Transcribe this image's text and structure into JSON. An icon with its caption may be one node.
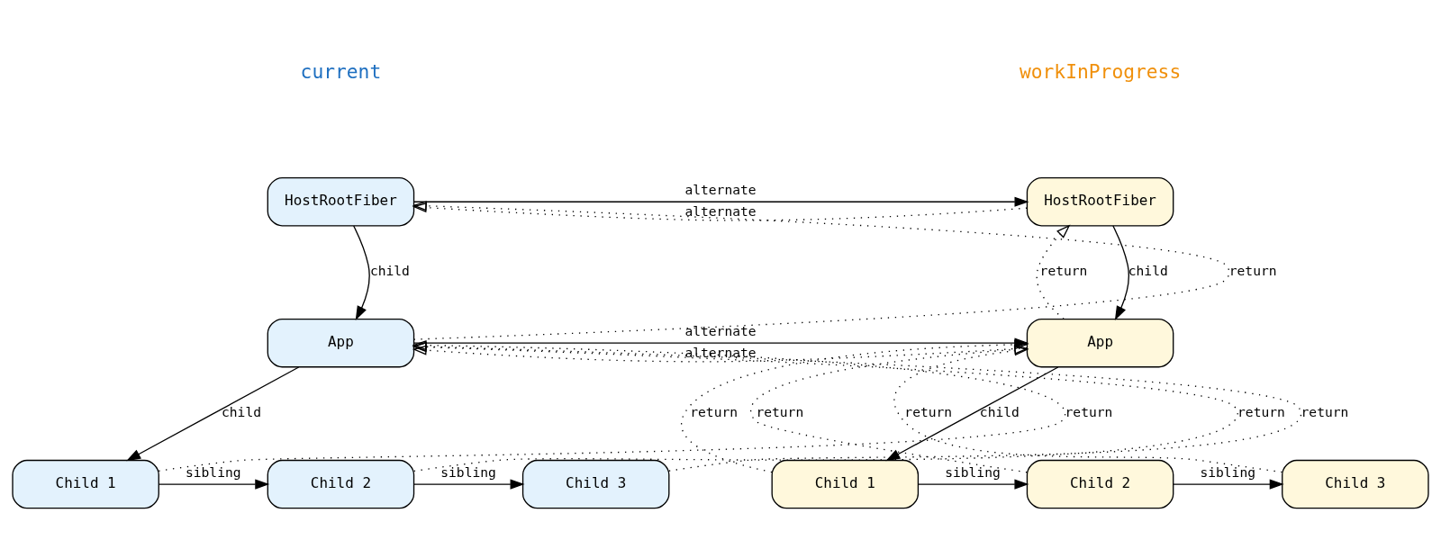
{
  "diagram": {
    "nodes": [
      {
        "text": [
          "HostRootFiber"
        ]
      },
      {
        "text": [
          "HostRootFiber"
        ]
      },
      {
        "text": [
          "App"
        ]
      },
      {
        "text": [
          "App"
        ]
      },
      {
        "text": [
          "Child 1"
        ]
      },
      {
        "text": [
          "Child 2"
        ]
      },
      {
        "text": [
          "Child 3"
        ]
      },
      {
        "text": [
          "Child 1"
        ]
      },
      {
        "text": [
          "Child 2"
        ]
      },
      {
        "text": [
          "Child 3"
        ]
      }
    ],
    "edges": [
      {
        "from": 0,
        "to": 1,
        "arrow": "to",
        "label": "alternate"
      },
      {
        "from": 1,
        "to": 0,
        "arrow": "to",
        "label": "alternate",
        "style": "dashed"
      },
      {
        "from": 0,
        "to": 2,
        "arrow": "to",
        "label": "child"
      },
      {
        "from": 2,
        "to": 0,
        "arrow": "to",
        "label": "return",
        "style": "dashed"
      },
      {
        "from": 1,
        "to": 3,
        "arrow": "to",
        "label": "child"
      },
      {
        "from": 3,
        "to": 1,
        "arrow": "to",
        "label": "return",
        "style": "dashed"
      },
      {
        "from": 2,
        "to": 3,
        "arrow": "to",
        "label": "alternate"
      },
      {
        "from": 3,
        "to": 2,
        "arrow": "to",
        "label": "alternate",
        "style": "dashed"
      },
      {
        "from": 2,
        "to": 4,
        "arrow": "to",
        "label": "child"
      },
      {
        "from": 4,
        "to": 2,
        "arrow": "to",
        "label": "return",
        "style": "dashed"
      },
      {
        "from": 5,
        "to": 2,
        "arrow": "to",
        "label": "return",
        "style": "dashed"
      },
      {
        "from": 6,
        "to": 2,
        "arrow": "to",
        "label": "return",
        "style": "dashed"
      },
      {
        "from": 4,
        "to": 5,
        "arrow": "to",
        "label": "sibling"
      },
      {
        "from": 5,
        "to": 6,
        "arrow": "to",
        "label": "sibling"
      },
      {
        "from": 3,
        "to": 7,
        "arrow": "to",
        "label": "child"
      },
      {
        "from": 7,
        "to": 3,
        "arrow": "to",
        "label": "return",
        "style": "dashed"
      },
      {
        "from": 8,
        "to": 3,
        "arrow": "to",
        "label": "return",
        "style": "dashed"
      },
      {
        "from": 9,
        "to": 3,
        "arrow": "to",
        "label": "return",
        "style": "dashed"
      },
      {
        "from": 7,
        "to": 8,
        "arrow": "to",
        "label": "sibling"
      },
      {
        "from": 8,
        "to": 9,
        "arrow": "to",
        "label": "sibling"
      }
    ],
    "labels": [
      "current",
      "workInProgress"
    ]
  }
}
